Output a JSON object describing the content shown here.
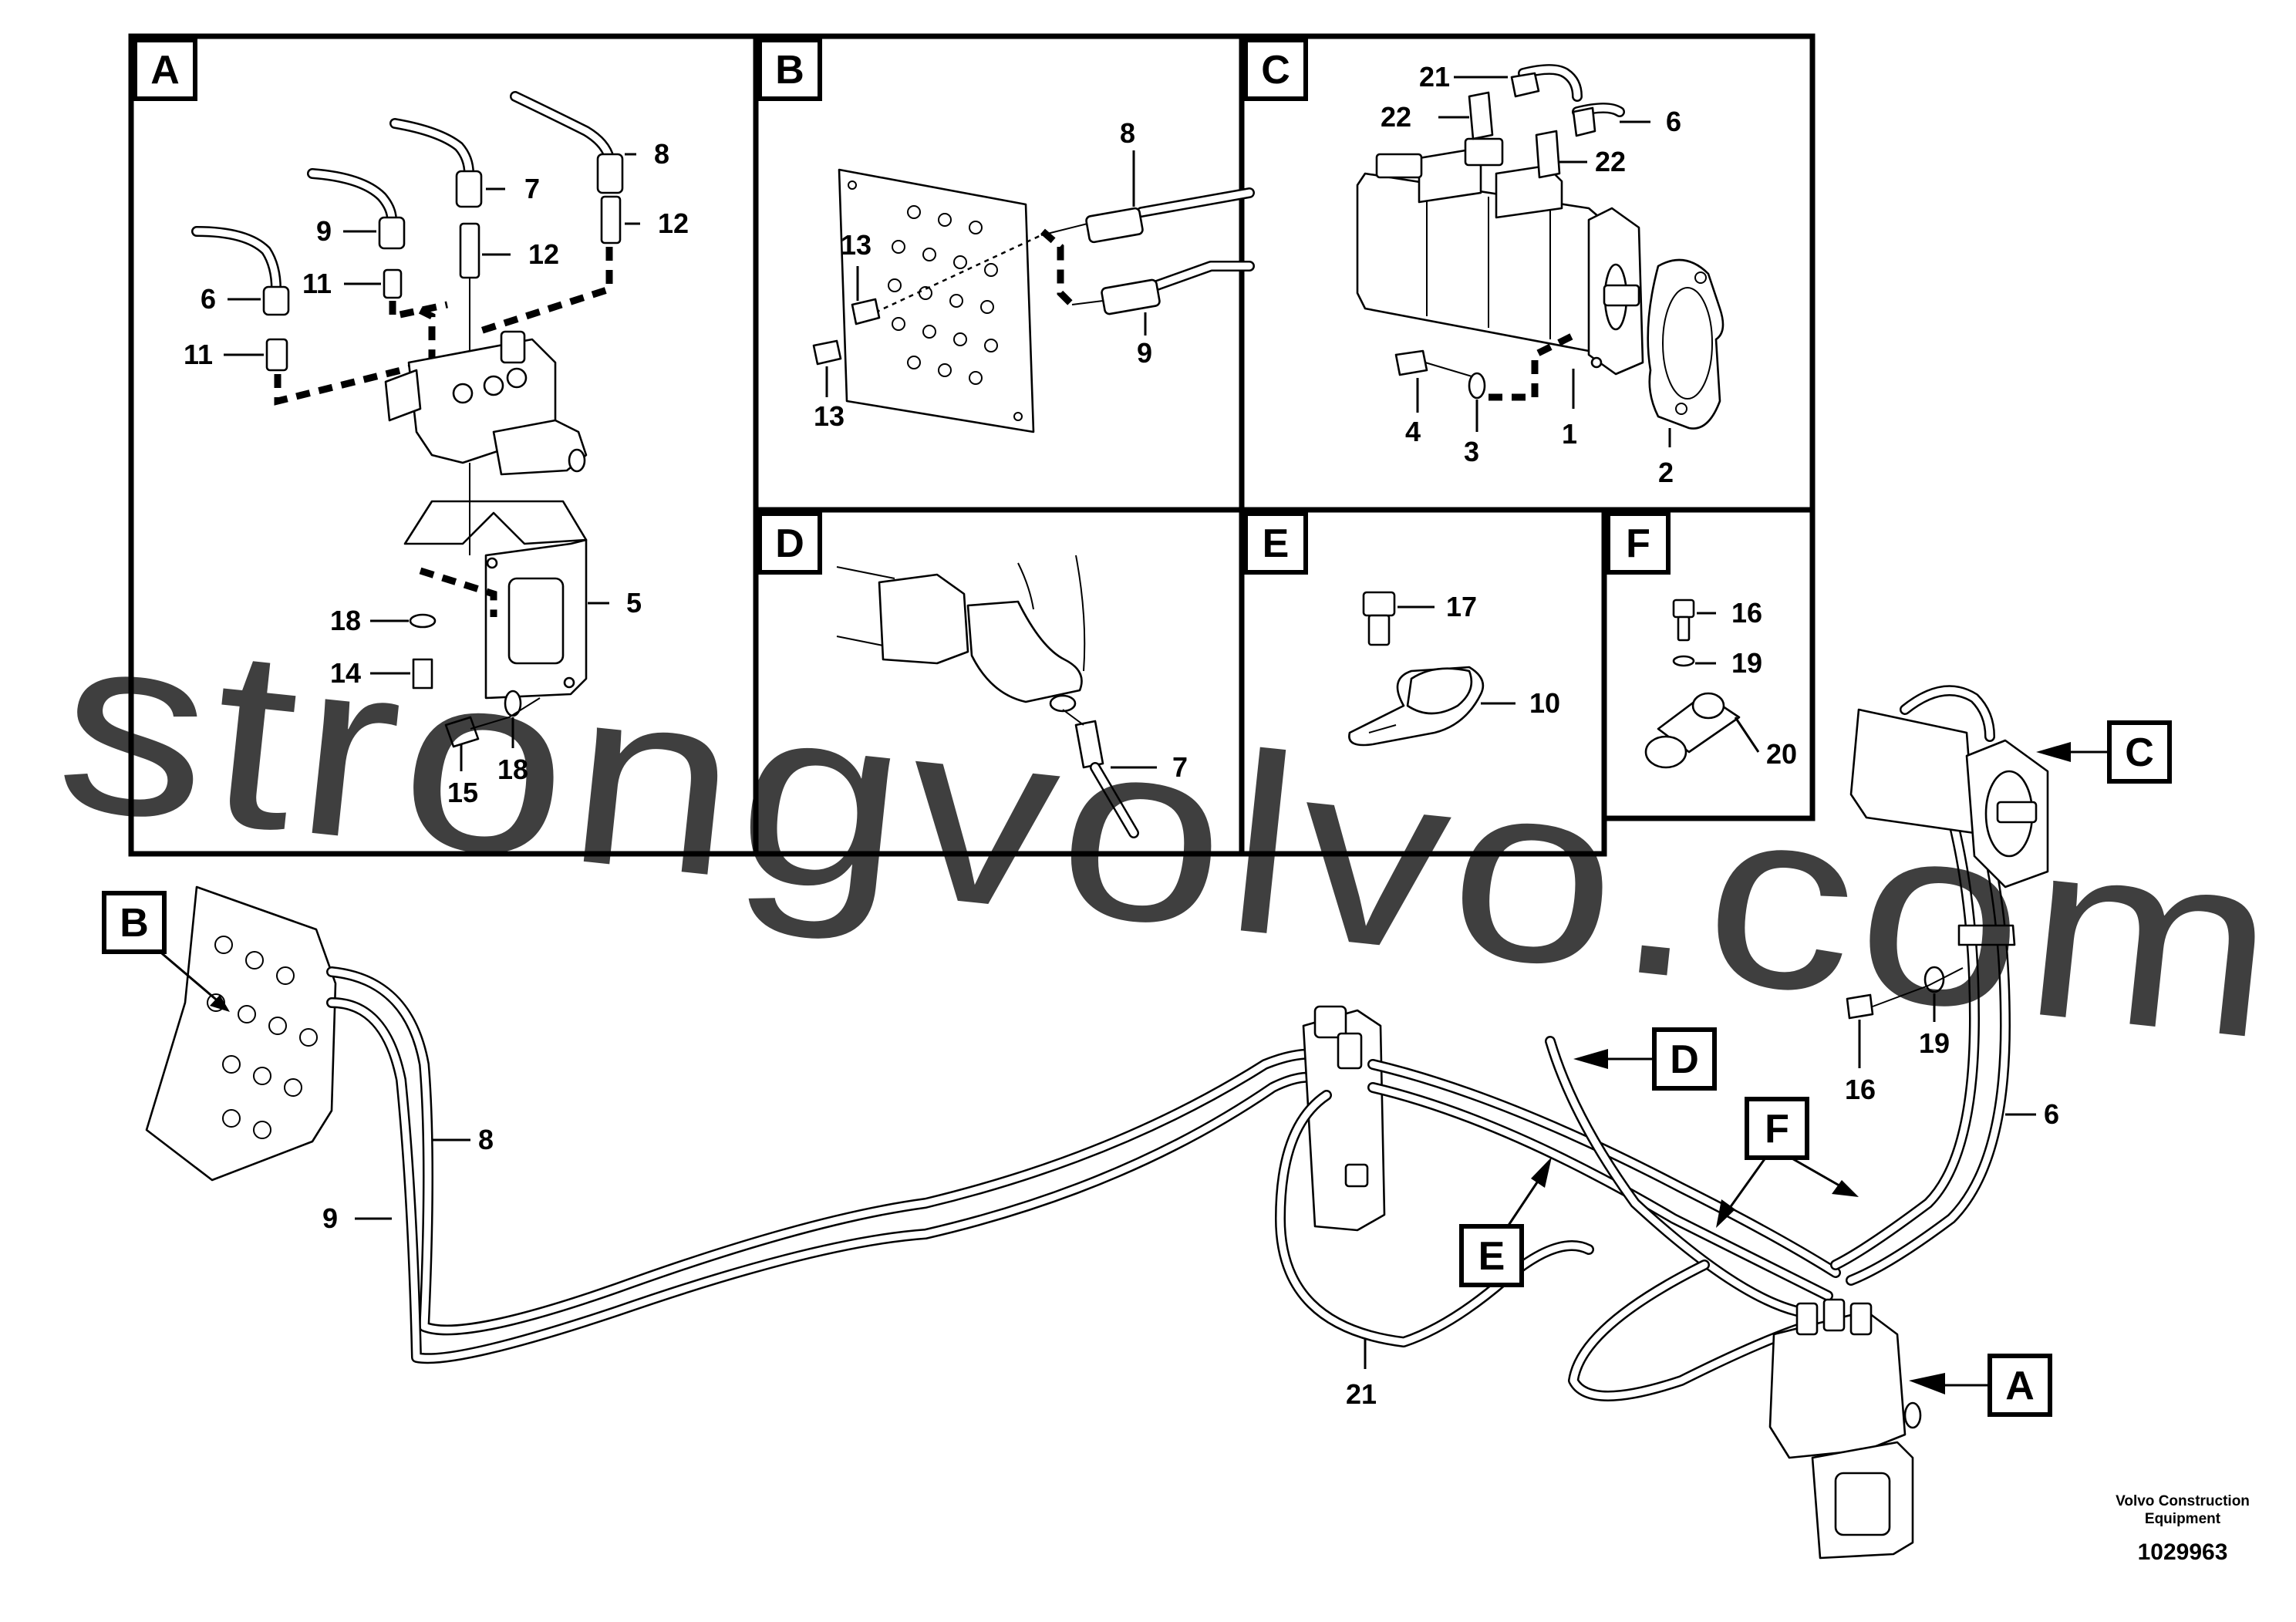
{
  "panels": [
    {
      "id": "A",
      "label": "A"
    },
    {
      "id": "B",
      "label": "B"
    },
    {
      "id": "C",
      "label": "C"
    },
    {
      "id": "D",
      "label": "D"
    },
    {
      "id": "E",
      "label": "E"
    },
    {
      "id": "F",
      "label": "F"
    }
  ],
  "callouts": {
    "a": [
      "8",
      "7",
      "12",
      "12",
      "9",
      "11",
      "6",
      "11",
      "5",
      "18",
      "14",
      "15",
      "18"
    ],
    "b": [
      "8",
      "13",
      "13",
      "9"
    ],
    "c": [
      "21",
      "22",
      "6",
      "22",
      "4",
      "3",
      "1",
      "2"
    ],
    "d": [
      "7"
    ],
    "e": [
      "17",
      "10"
    ],
    "f": [
      "16",
      "19",
      "20"
    ],
    "main": [
      "8",
      "9",
      "21",
      "16",
      "19",
      "6"
    ]
  },
  "main_tags": [
    "B",
    "C",
    "D",
    "E",
    "F",
    "A"
  ],
  "watermark": "strongvolvo.com",
  "footer": {
    "brand_line1": "Volvo Construction",
    "brand_line2": "Equipment",
    "doc_id": "1029963"
  }
}
